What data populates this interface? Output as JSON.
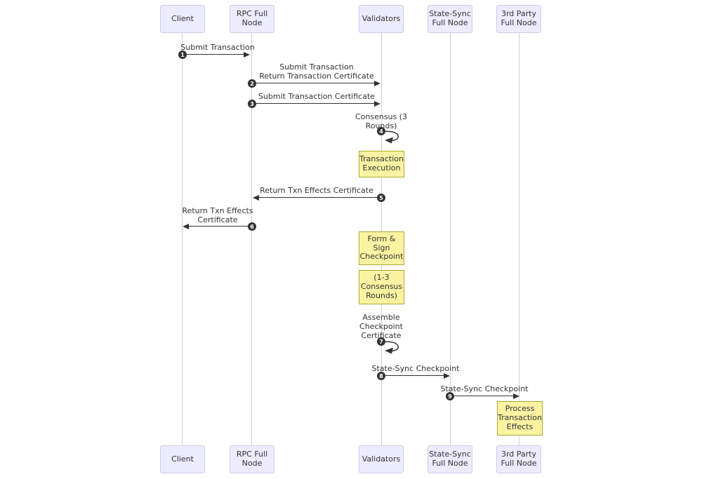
{
  "colors": {
    "bg": "#FFFFFF",
    "actor-fill": "#ECECFF",
    "actor-border": "#CCCCE8",
    "lifeline": "#CCCCF0",
    "arrow": "#333333",
    "text": "#333333",
    "note-fill": "#FBF3A2",
    "note-border": "#AAAA33",
    "badge-fill": "#333333",
    "badge-text": "#FFFFFF"
  },
  "actors": [
    {
      "label": "Client"
    },
    {
      "label": "RPC Full\nNode"
    },
    {
      "label": "Validators"
    },
    {
      "label": "State-Sync\nFull Node"
    },
    {
      "label": "3rd Party\nFull Node"
    }
  ],
  "messages": [
    {
      "num": "1",
      "label": "Submit Transaction",
      "from": "Client",
      "to": "RPC Full Node",
      "kind": "arrow-right"
    },
    {
      "num": "2",
      "label": "Submit Transaction\nReturn Transaction Certificate",
      "from": "RPC Full Node",
      "to": "Validators",
      "kind": "arrow-right"
    },
    {
      "num": "3",
      "label": "Submit Transaction Certificate",
      "from": "RPC Full Node",
      "to": "Validators",
      "kind": "arrow-right"
    },
    {
      "num": "4",
      "label": "Consensus (3\nRounds)",
      "from": "Validators",
      "to": "Validators",
      "kind": "self-loop"
    },
    {
      "num": "5",
      "label": "Return Txn Effects Certificate",
      "from": "Validators",
      "to": "RPC Full Node",
      "kind": "arrow-left"
    },
    {
      "num": "6",
      "label": "Return Txn Effects\nCertificate",
      "from": "RPC Full Node",
      "to": "Client",
      "kind": "arrow-left"
    },
    {
      "num": "7",
      "label": "Assemble\nCheckpoint\nCertificate",
      "from": "Validators",
      "to": "Validators",
      "kind": "self-loop"
    },
    {
      "num": "8",
      "label": "State-Sync Checkpoint",
      "from": "Validators",
      "to": "State-Sync Full Node",
      "kind": "arrow-right"
    },
    {
      "num": "9",
      "label": "State-Sync Checkpoint",
      "from": "State-Sync Full Node",
      "to": "3rd Party Full Node",
      "kind": "arrow-right"
    }
  ],
  "notes": [
    {
      "label": "Transaction\nExecution",
      "on": "Validators"
    },
    {
      "label": "Form &\nSign\nCheckpoint",
      "on": "Validators"
    },
    {
      "label": "(1-3\nConsensus\nRounds)",
      "on": "Validators"
    },
    {
      "label": "Process\nTransaction\nEffects",
      "on": "3rd Party Full Node"
    }
  ]
}
